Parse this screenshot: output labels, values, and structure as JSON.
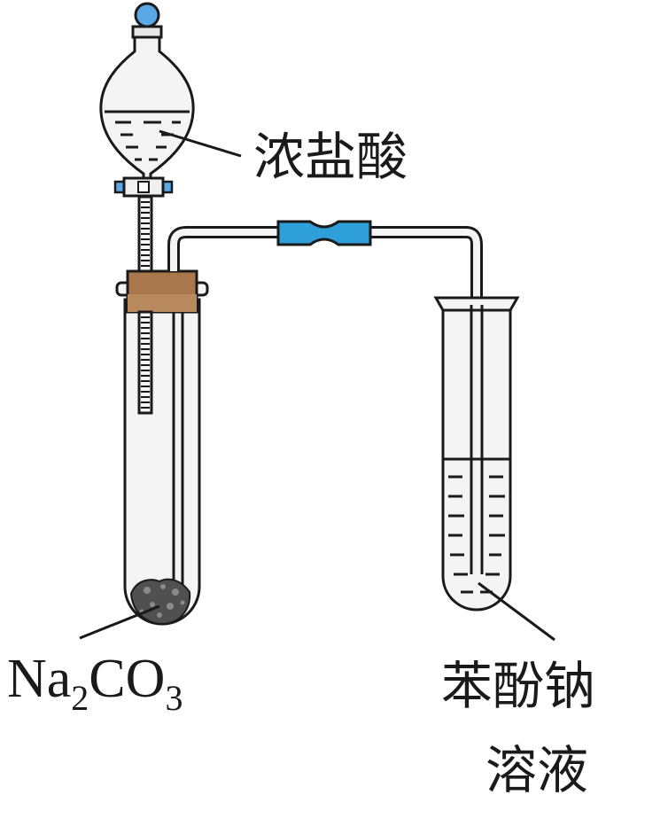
{
  "labels": {
    "funnel_liquid": "浓盐酸",
    "solid": "Na2CO3",
    "solid_parts": {
      "na": "Na",
      "sub1": "2",
      "co": "CO",
      "sub2": "3"
    },
    "solution_line1": "苯酚钠",
    "solution_line2": "溶液"
  },
  "colors": {
    "stroke": "#1a1a1a",
    "glass": "#f4f4f4",
    "stopper": "#a8784c",
    "stopper_dark": "#7a5230",
    "joint": "#2e9fd8",
    "funnel_knob": "#5aa9e6",
    "solid": "#505050"
  }
}
